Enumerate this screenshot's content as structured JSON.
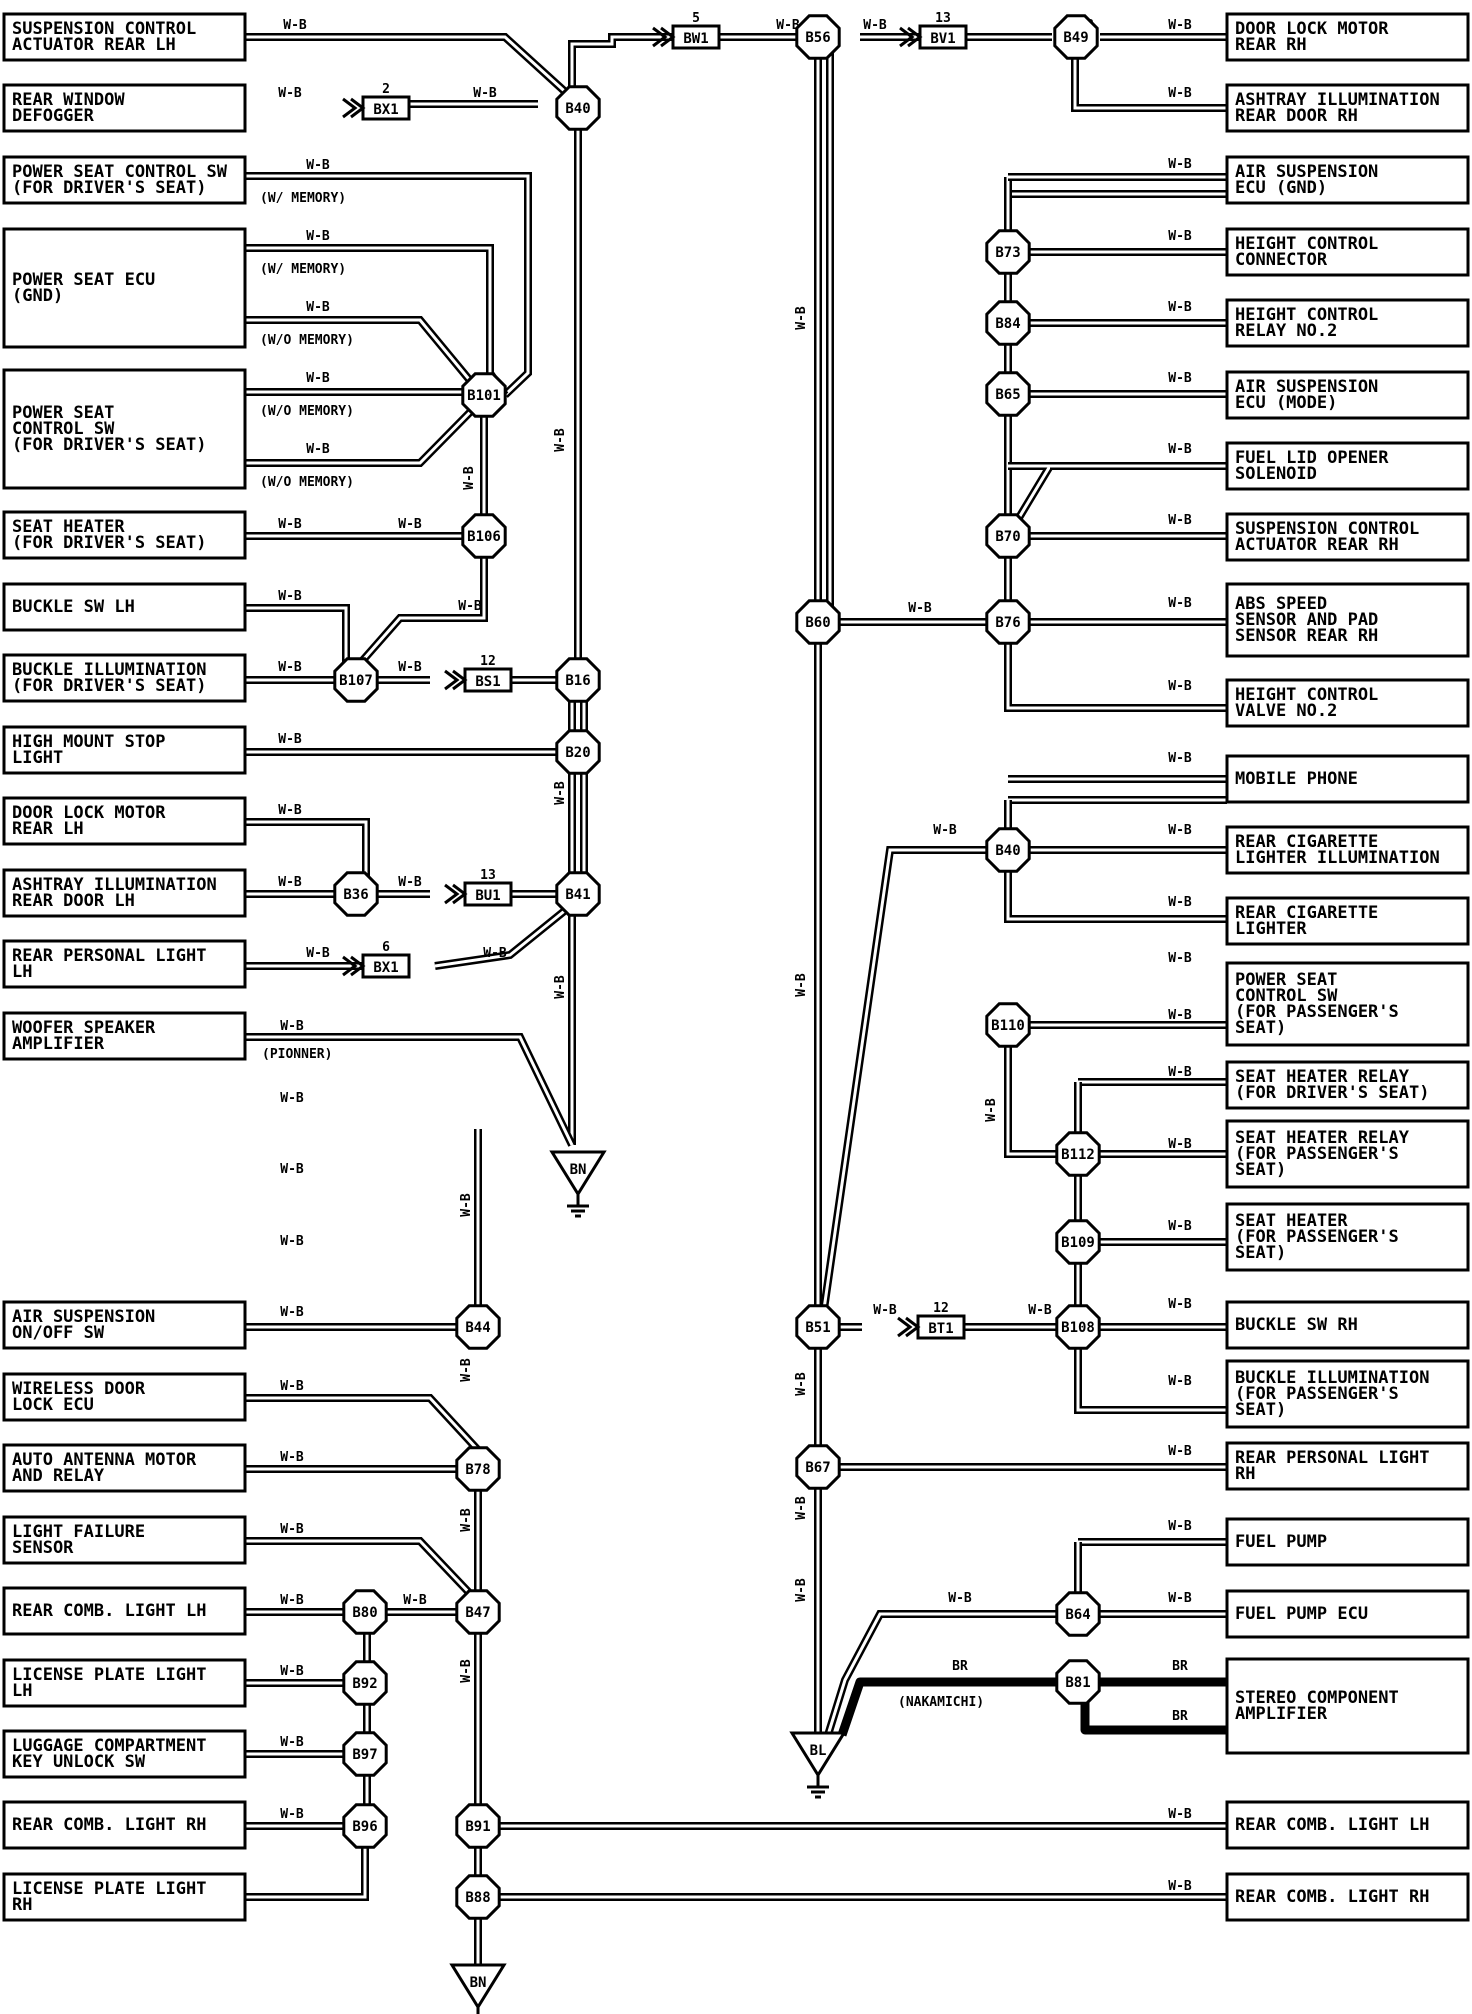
{
  "wire_label": "W-B",
  "br_label": "BR",
  "components": {
    "susp_lh": [
      "SUSPENSION CONTROL",
      "ACTUATOR REAR LH"
    ],
    "rear_window": [
      "REAR WINDOW",
      "DEFOGGER"
    ],
    "ps_ctrl_drv_1": [
      "POWER SEAT CONTROL SW",
      "(FOR DRIVER'S SEAT)"
    ],
    "ps_ecu": [
      "POWER SEAT ECU",
      "(GND)"
    ],
    "ps_ctrl_drv_2": [
      "POWER SEAT",
      "CONTROL SW",
      "(FOR DRIVER'S SEAT)"
    ],
    "seat_heater_drv": [
      "SEAT HEATER",
      "(FOR DRIVER'S SEAT)"
    ],
    "buckle_sw_lh": [
      "BUCKLE SW LH"
    ],
    "buckle_illum_drv": [
      "BUCKLE ILLUMINATION",
      "(FOR DRIVER'S SEAT)"
    ],
    "high_mount": [
      "HIGH MOUNT STOP",
      "LIGHT"
    ],
    "door_lock_lh": [
      "DOOR LOCK MOTOR",
      "REAR LH"
    ],
    "ashtray_lh": [
      "ASHTRAY ILLUMINATION",
      "REAR DOOR LH"
    ],
    "personal_lh": [
      "REAR PERSONAL LIGHT",
      "LH"
    ],
    "woofer": [
      "WOOFER SPEAKER",
      "AMPLIFIER"
    ],
    "air_susp_sw": [
      "AIR SUSPENSION",
      "ON/OFF SW"
    ],
    "wireless_lock": [
      "WIRELESS DOOR",
      "LOCK ECU"
    ],
    "auto_antenna": [
      "AUTO ANTENNA MOTOR",
      "AND RELAY"
    ],
    "light_failure": [
      "LIGHT FAILURE",
      "SENSOR"
    ],
    "comb_lh": [
      "REAR COMB. LIGHT LH"
    ],
    "license_lh": [
      "LICENSE PLATE LIGHT",
      "LH"
    ],
    "luggage": [
      "LUGGAGE COMPARTMENT",
      "KEY UNLOCK SW"
    ],
    "comb_rh": [
      "REAR COMB. LIGHT RH"
    ],
    "license_rh": [
      "LICENSE PLATE LIGHT",
      "RH"
    ],
    "door_lock_rh": [
      "DOOR LOCK MOTOR",
      "REAR RH"
    ],
    "ashtray_rh": [
      "ASHTRAY ILLUMINATION",
      "REAR DOOR RH"
    ],
    "air_susp_gnd": [
      "AIR SUSPENSION",
      "ECU (GND)"
    ],
    "height_conn": [
      "HEIGHT CONTROL",
      "CONNECTOR"
    ],
    "height_relay": [
      "HEIGHT CONTROL",
      "RELAY NO.2"
    ],
    "air_susp_mode": [
      "AIR SUSPENSION",
      "ECU (MODE)"
    ],
    "fuel_lid": [
      "FUEL LID OPENER",
      "SOLENOID"
    ],
    "susp_rh": [
      "SUSPENSION CONTROL",
      "ACTUATOR REAR RH"
    ],
    "abs": [
      "ABS SPEED",
      "SENSOR AND PAD",
      "SENSOR REAR RH"
    ],
    "height_valve": [
      "HEIGHT CONTROL",
      "VALVE NO.2"
    ],
    "mobile": [
      "MOBILE PHONE"
    ],
    "cig_illum": [
      "REAR CIGARETTE",
      "LIGHTER ILLUMINATION"
    ],
    "cig": [
      "REAR CIGARETTE",
      "LIGHTER"
    ],
    "ps_ctrl_pass": [
      "POWER SEAT",
      "CONTROL SW",
      "(FOR PASSENGER'S",
      " SEAT)"
    ],
    "sh_relay_drv": [
      "SEAT HEATER RELAY",
      "(FOR DRIVER'S SEAT)"
    ],
    "sh_relay_pass": [
      "SEAT HEATER RELAY",
      "(FOR PASSENGER'S",
      " SEAT)"
    ],
    "seat_heater_pass": [
      "SEAT HEATER",
      "(FOR PASSENGER'S",
      " SEAT)"
    ],
    "buckle_sw_rh": [
      "BUCKLE SW RH"
    ],
    "buckle_illum_pass": [
      "BUCKLE ILLUMINATION",
      "(FOR PASSENGER'S",
      " SEAT)"
    ],
    "personal_rh": [
      "REAR PERSONAL LIGHT",
      "RH"
    ],
    "fuel_pump": [
      "FUEL PUMP"
    ],
    "fuel_pump_ecu": [
      "FUEL PUMP ECU"
    ],
    "stereo": [
      "STEREO COMPONENT",
      "AMPLIFIER"
    ],
    "comb_lh2": [
      "REAR COMB. LIGHT LH"
    ],
    "comb_rh2": [
      "REAR COMB. LIGHT RH"
    ]
  },
  "junctions": [
    "B40",
    "B56",
    "B49",
    "B101",
    "B106",
    "B107",
    "B16",
    "B20",
    "B36",
    "B41",
    "B44",
    "B78",
    "B80",
    "B47",
    "B92",
    "B97",
    "B96",
    "B91",
    "B88",
    "B60",
    "B76",
    "B73",
    "B84",
    "B65",
    "B70",
    "B40",
    "B110",
    "B112",
    "B109",
    "B108",
    "B51",
    "B67",
    "B64",
    "B81"
  ],
  "connectors": {
    "bw1": {
      "label": "BW1",
      "pin": "5"
    },
    "bv1": {
      "label": "BV1",
      "pin": "13"
    },
    "bx1_top": {
      "label": "BX1",
      "pin": "2"
    },
    "bs1": {
      "label": "BS1",
      "pin": "12"
    },
    "bu1": {
      "label": "BU1",
      "pin": "13"
    },
    "bx1_mid": {
      "label": "BX1",
      "pin": "6"
    },
    "bt1": {
      "label": "BT1",
      "pin": "12"
    }
  },
  "grounds": {
    "bn_upper": "BN",
    "bn_lower": "BN",
    "bl": "BL"
  },
  "notes": {
    "w_memory_1": "(W/ MEMORY)",
    "w_memory_2": "(W/ MEMORY)",
    "wo_memory_1": "(W/O MEMORY)",
    "wo_memory_2": "(W/O MEMORY)",
    "wo_memory_3": "(W/O MEMORY)",
    "pionner": "(PIONNER)",
    "nakamichi": "(NAKAMICHI)"
  }
}
